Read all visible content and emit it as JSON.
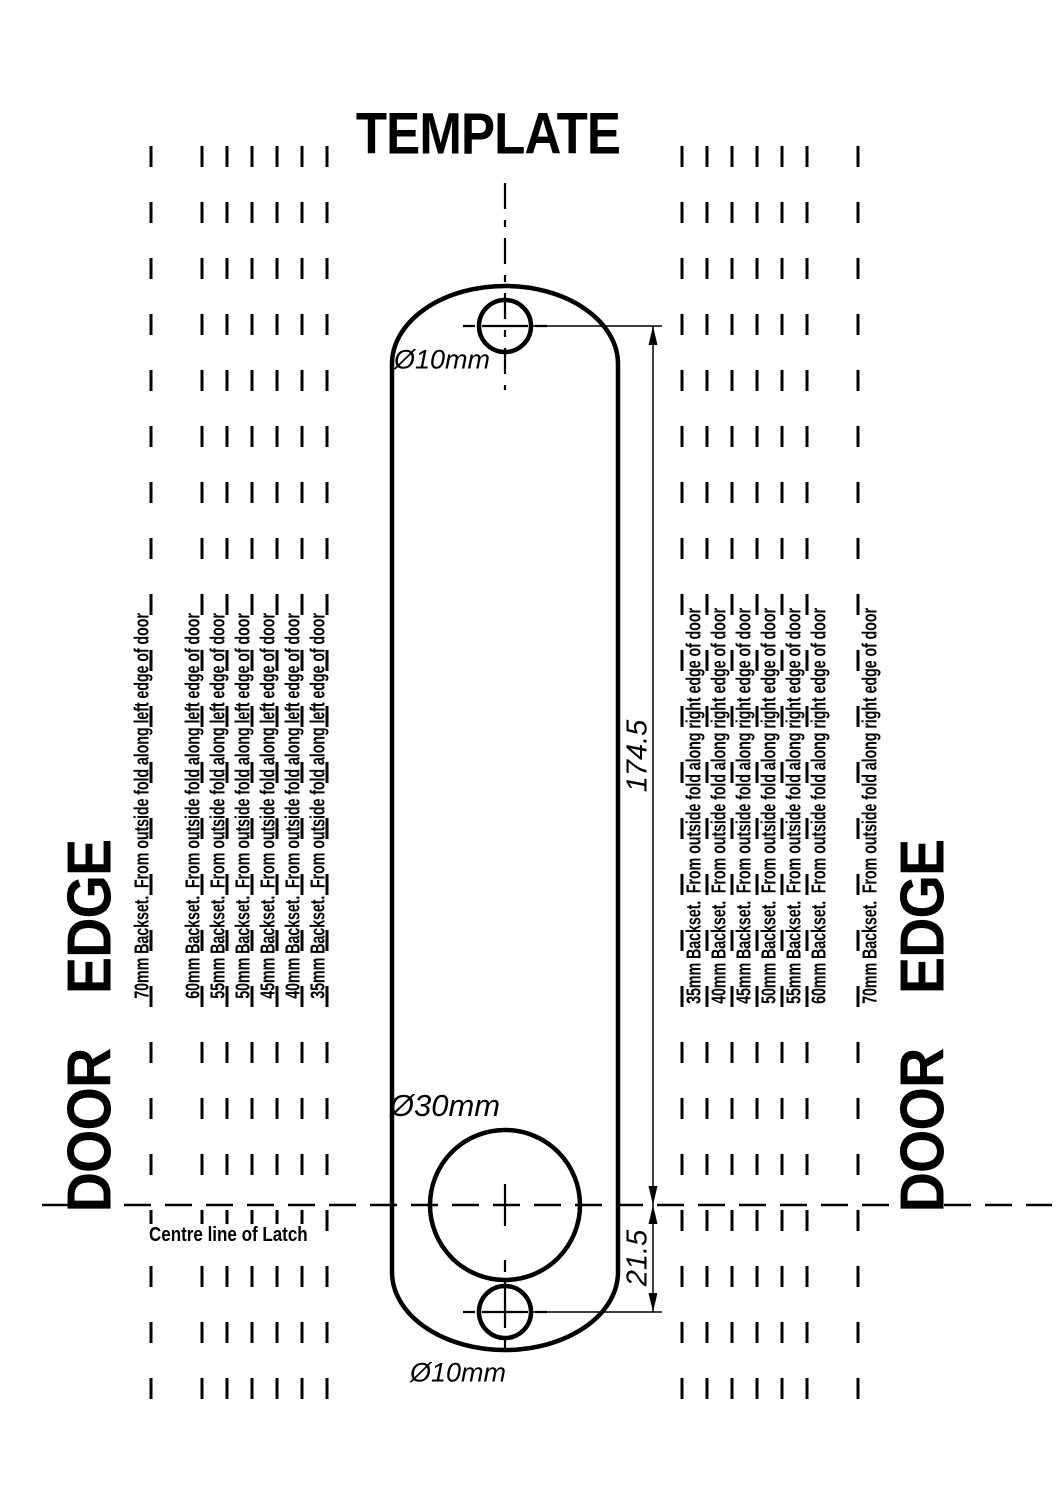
{
  "title": "TEMPLATE",
  "door_edges": {
    "left": "DOOR  EDGE",
    "right": "DOOR  EDGE"
  },
  "centre_line_label": "Centre line of Latch",
  "plate": {
    "top_hole_label": "Ø10mm",
    "spindle_hole_label": "Ø30mm",
    "bottom_hole_label": "Ø10mm",
    "top_hole_to_latch_dim": "174.5",
    "latch_to_bottom_hole_dim": "21.5"
  },
  "fold_lines": {
    "left": [
      {
        "backset": "70mm",
        "label": "70mm Backset.  From outside fold along left edge of door"
      },
      {
        "backset": "60mm",
        "label": "60mm Backset.  From outside fold along left edge of door"
      },
      {
        "backset": "55mm",
        "label": "55mm Backset.  From outside fold along left edge of door"
      },
      {
        "backset": "50mm",
        "label": "50mm Backset.  From outside fold along left edge of door"
      },
      {
        "backset": "45mm",
        "label": "45mm Backset.  From outside fold along left edge of door"
      },
      {
        "backset": "40mm",
        "label": "40mm Backset.  From outside fold along left edge of door"
      },
      {
        "backset": "35mm",
        "label": "35mm Backset.  From outside fold along left edge of door"
      }
    ],
    "right": [
      {
        "backset": "35mm",
        "label": "35mm Backset.  From outside fold along right edge of door"
      },
      {
        "backset": "40mm",
        "label": "40mm Backset.  From outside fold along right edge of door"
      },
      {
        "backset": "45mm",
        "label": "45mm Backset.  From outside fold along right edge of door"
      },
      {
        "backset": "50mm",
        "label": "50mm Backset.  From outside fold along right edge of door"
      },
      {
        "backset": "55mm",
        "label": "55mm Backset.  From outside fold along right edge of door"
      },
      {
        "backset": "60mm",
        "label": "60mm Backset.  From outside fold along right edge of door"
      },
      {
        "backset": "70mm",
        "label": "70mm Backset.  From outside fold along right edge of door"
      }
    ]
  },
  "colors": {
    "ink": "#000000",
    "paper": "#ffffff"
  }
}
